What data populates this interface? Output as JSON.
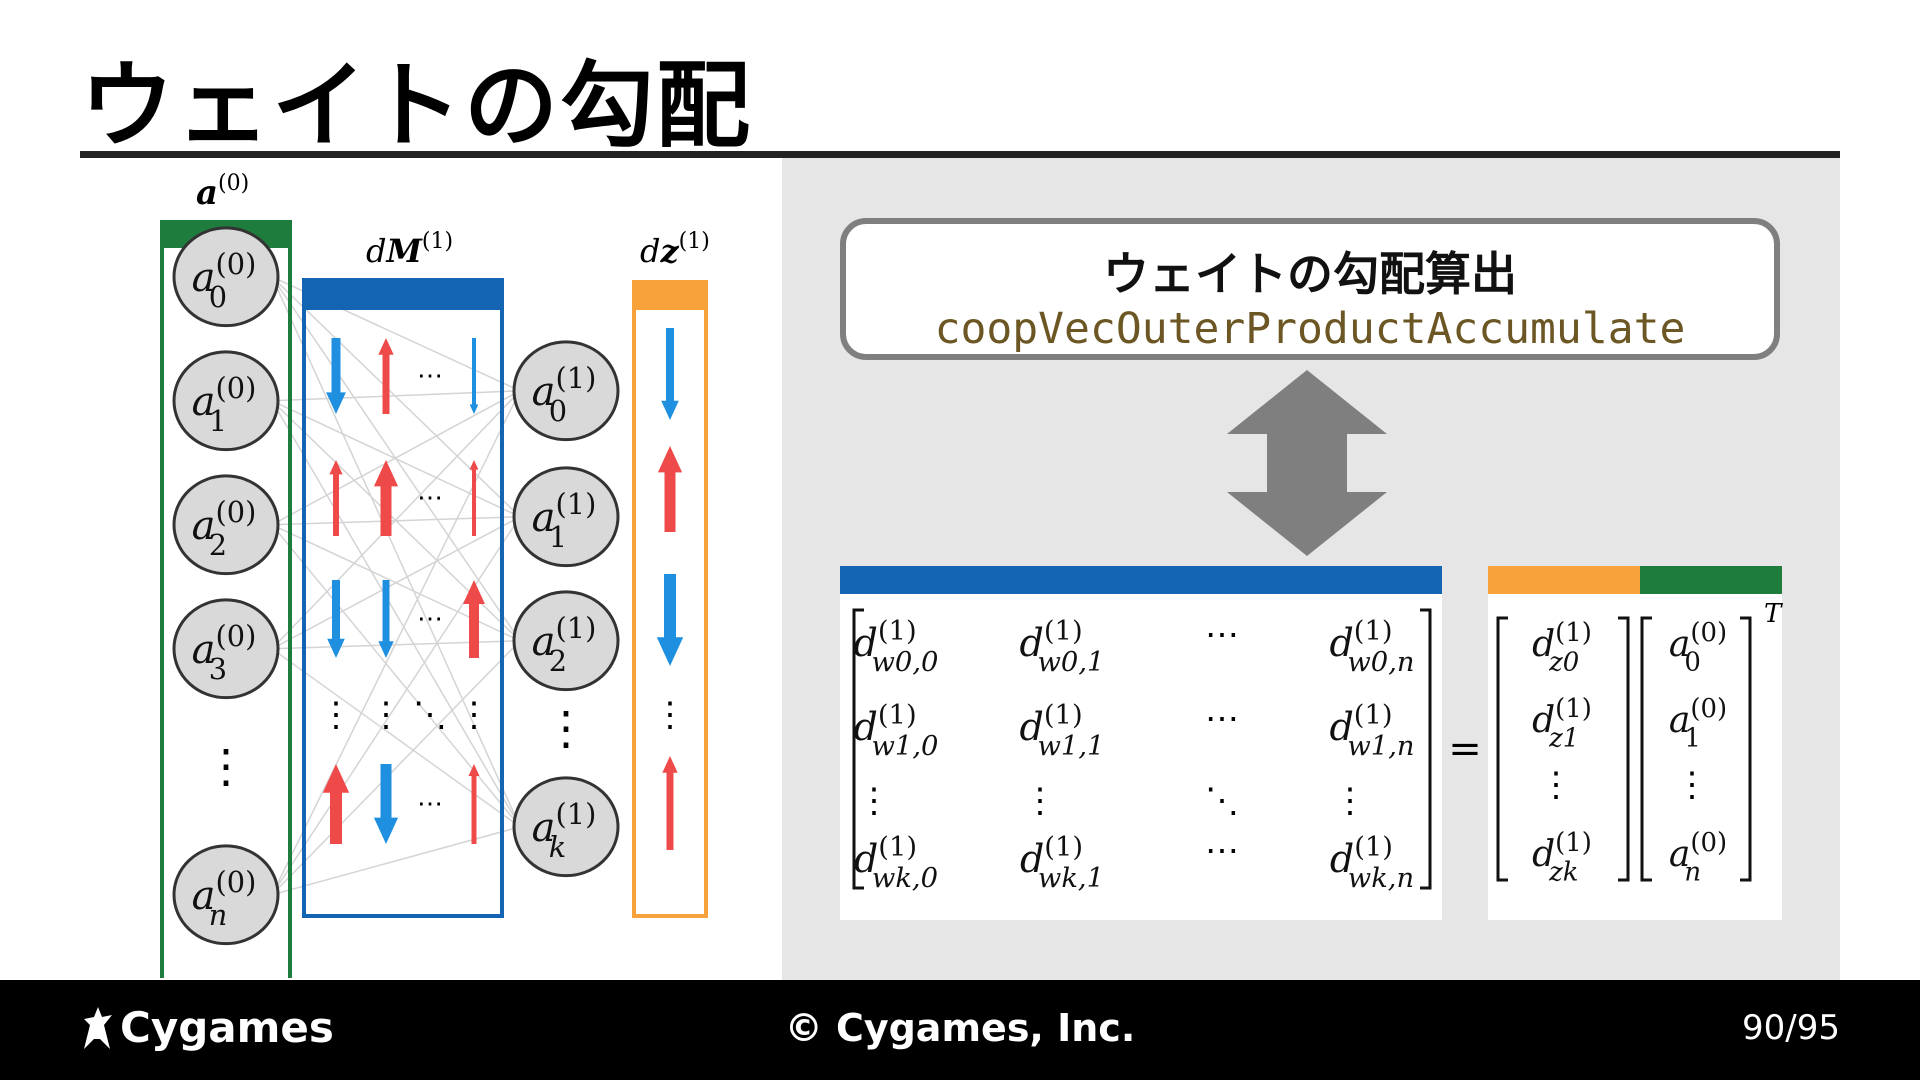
{
  "slide": {
    "title": "ウェイトの勾配",
    "page_number": "90/95"
  },
  "footer": {
    "logo_text": "Cygames",
    "copyright": "© Cygames, Inc."
  },
  "api_box": {
    "heading": "ウェイトの勾配算出",
    "function_name": "coopVecOuterProductAccumulate"
  },
  "colors": {
    "input_green": "#1e7d3c",
    "weight_blue": "#1464b4",
    "gradient_orange": "#f7a23a",
    "arrow_blue": "#1f8fe0",
    "arrow_red": "#ef4a4a",
    "code_brown": "#6b5624",
    "panel_gray": "#e6e6e6"
  },
  "network": {
    "input_label": "a(0)",
    "weight_label": "dM(1)",
    "gradient_label": "dz(1)",
    "input_nodes": [
      "a0(0)",
      "a1(0)",
      "a2(0)",
      "a3(0)",
      "⋮",
      "an(0)"
    ],
    "output_nodes": [
      "a0(1)",
      "a1(1)",
      "a2(1)",
      "⋮",
      "ak(1)"
    ]
  },
  "equation": {
    "matrix_rows": [
      [
        "dw0,0(1)",
        "dw0,1(1)",
        "⋯",
        "dw0,n(1)"
      ],
      [
        "dw1,0(1)",
        "dw1,1(1)",
        "⋯",
        "dw1,n(1)"
      ],
      [
        "⋮",
        "⋮",
        "⋱",
        "⋮"
      ],
      [
        "dwk,0(1)",
        "dwk,1(1)",
        "⋯",
        "dwk,n(1)"
      ]
    ],
    "equals": "=",
    "dz_vector": [
      "dz0(1)",
      "dz1(1)",
      "⋮",
      "dzk(1)"
    ],
    "a_vector": [
      "a0(0)",
      "a1(0)",
      "⋮",
      "an(0)"
    ],
    "transpose": "T"
  }
}
